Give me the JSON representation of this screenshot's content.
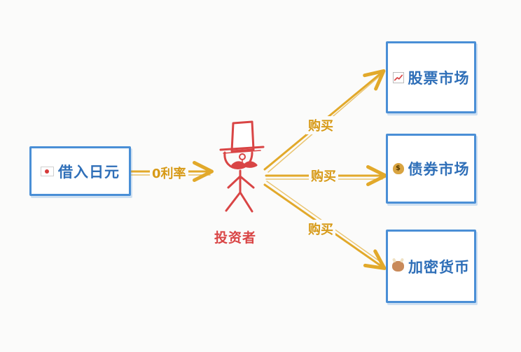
{
  "nodes": {
    "source": {
      "label": "借入日元",
      "icon": "japan-flag-icon"
    },
    "investor": {
      "label": "投资者",
      "icon": "investor-top-hat-figure"
    },
    "stock": {
      "label": "股票市场",
      "icon": "chart-increasing-icon"
    },
    "bond": {
      "label": "债券市场",
      "icon": "money-bag-icon"
    },
    "crypto": {
      "label": "加密货币",
      "icon": "bull-face-icon"
    }
  },
  "edges": {
    "borrow_label": "0利率",
    "buy_stock_label": "购买",
    "buy_bond_label": "购买",
    "buy_crypto_label": "购买"
  },
  "colors": {
    "box_border": "#4a8fd6",
    "box_text": "#2f6fb8",
    "arrow": "#e2a92a",
    "arrow_text": "#d79a17",
    "investor": "#d94545"
  }
}
